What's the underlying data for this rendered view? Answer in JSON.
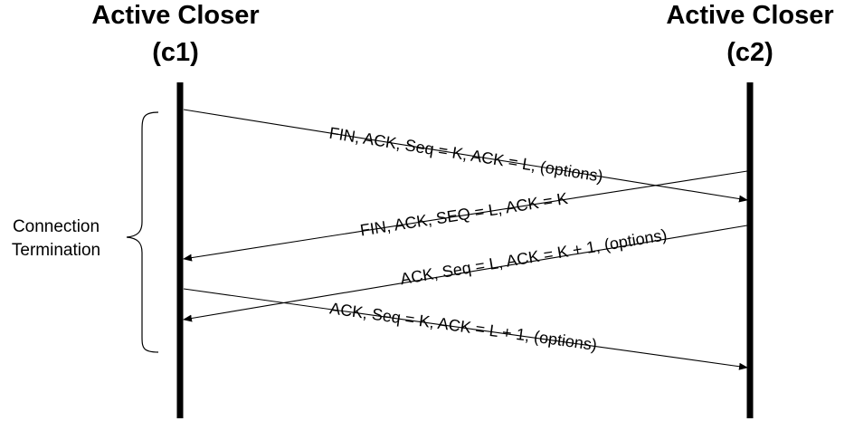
{
  "participants": {
    "left": {
      "title_line1": "Active Closer",
      "title_line2": "(c1)"
    },
    "right": {
      "title_line1": "Active Closer",
      "title_line2": "(c2)"
    }
  },
  "phase": {
    "label_line1": "Connection",
    "label_line2": "Termination"
  },
  "messages": [
    {
      "from": "c1",
      "to": "c2",
      "label": "FIN, ACK, Seq = K, ACK = L, (options)"
    },
    {
      "from": "c2",
      "to": "c1",
      "label": "FIN, ACK, SEQ = L, ACK = K"
    },
    {
      "from": "c2",
      "to": "c1",
      "label": "ACK, Seq = L, ACK = K + 1, (options)"
    },
    {
      "from": "c1",
      "to": "c2",
      "label": "ACK, Seq = K, ACK = L + 1, (options)"
    }
  ],
  "colors": {
    "line": "#000000",
    "background": "#ffffff"
  }
}
